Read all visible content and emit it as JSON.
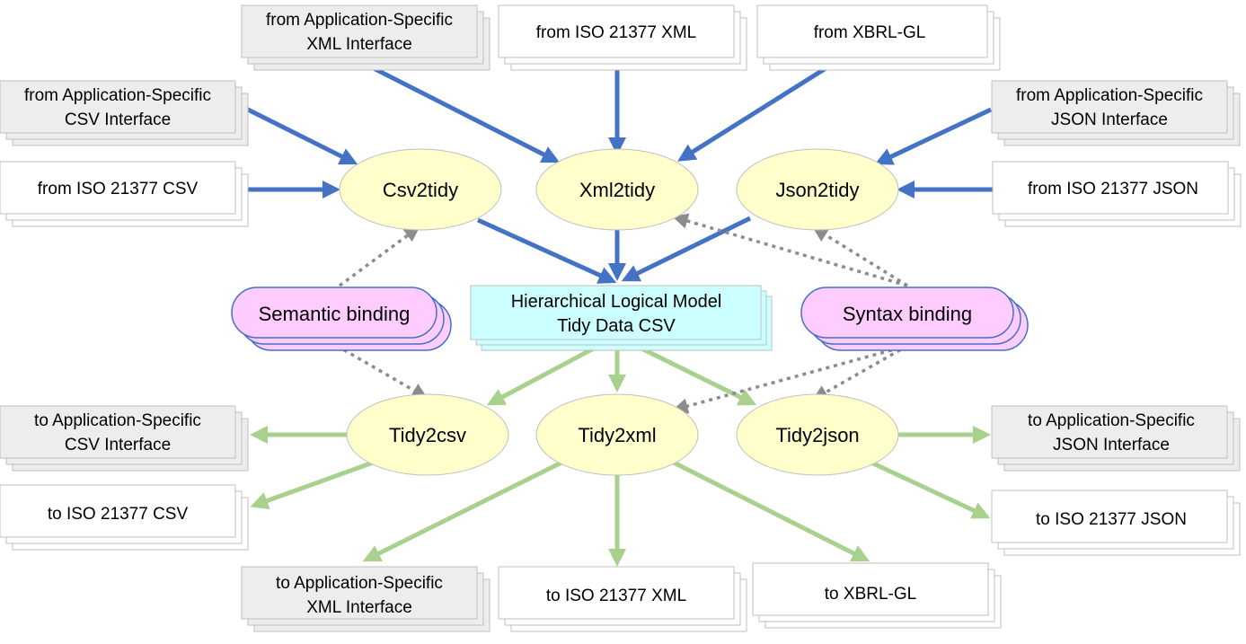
{
  "colors": {
    "input_arrow": "#4472C4",
    "output_arrow": "#A9D18E",
    "binding_arrow": "#8C8C8C",
    "converter_fill": "#FFFFCC",
    "model_fill": "#CCFFFF",
    "binding_fill": "#FFCCFF",
    "grey_box_fill": "#EDEDED",
    "white_box_fill": "#FFFFFF"
  },
  "inputs": {
    "app_xml": [
      "from Application-Specific",
      "XML Interface"
    ],
    "iso_xml": [
      "from ISO 21377 XML"
    ],
    "xbrl_gl": [
      "from XBRL-GL"
    ],
    "app_csv": [
      "from Application-Specific",
      "CSV Interface"
    ],
    "iso_csv": [
      "from ISO 21377 CSV"
    ],
    "app_json": [
      "from Application-Specific",
      "JSON Interface"
    ],
    "iso_json": [
      "from ISO 21377 JSON"
    ]
  },
  "converters": {
    "csv2tidy": "Csv2tidy",
    "xml2tidy": "Xml2tidy",
    "json2tidy": "Json2tidy",
    "tidy2csv": "Tidy2csv",
    "tidy2xml": "Tidy2xml",
    "tidy2json": "Tidy2json"
  },
  "model": [
    "Hierarchical Logical Model",
    "Tidy Data CSV"
  ],
  "bindings": {
    "semantic": "Semantic binding",
    "syntax": "Syntax binding"
  },
  "outputs": {
    "app_csv": [
      "to Application-Specific",
      "CSV Interface"
    ],
    "iso_csv": [
      "to ISO 21377 CSV"
    ],
    "app_json": [
      "to Application-Specific",
      "JSON Interface"
    ],
    "iso_json": [
      "to ISO 21377 JSON"
    ],
    "app_xml": [
      "to Application-Specific",
      "XML Interface"
    ],
    "iso_xml": [
      "to ISO 21377 XML"
    ],
    "xbrl_gl": [
      "to XBRL-GL"
    ]
  }
}
